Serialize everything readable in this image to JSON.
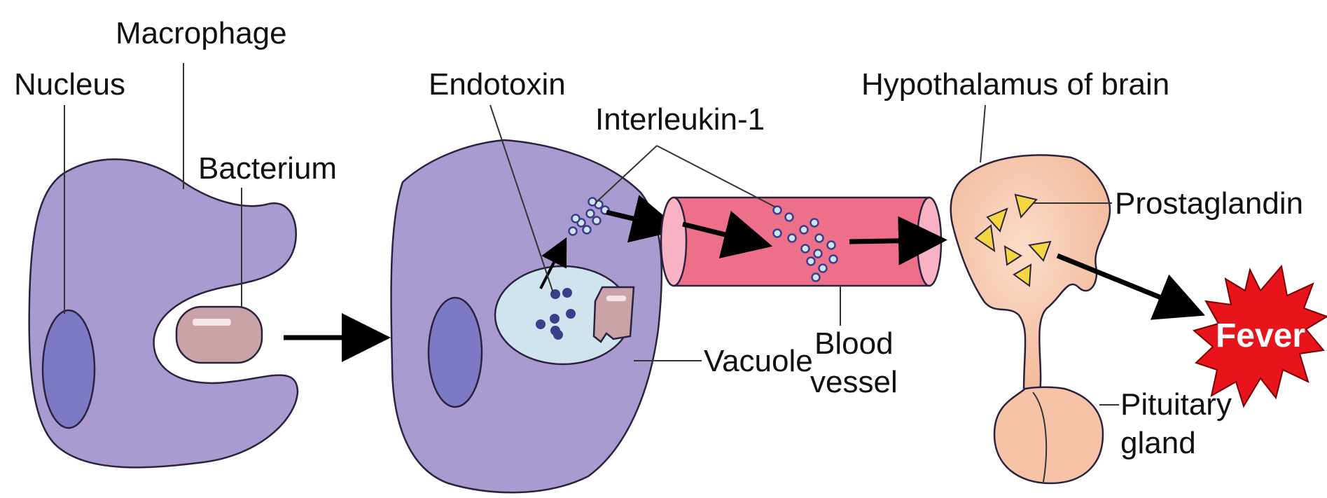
{
  "labels": {
    "macrophage": "Macrophage",
    "nucleus": "Nucleus",
    "bacterium": "Bacterium",
    "endotoxin": "Endotoxin",
    "interleukin": "Interleukin-1",
    "vacuole": "Vacuole",
    "blood_line1": "Blood",
    "blood_line2": "vessel",
    "hypothalamus": "Hypothalamus of brain",
    "prostaglandin": "Prostaglandin",
    "pituitary_line1": "Pituitary",
    "pituitary_line2": "gland",
    "fever": "Fever"
  },
  "colors": {
    "cell": "#a99ad0",
    "nucleus": "#7e79c4",
    "bacterium": "#c9a3a8",
    "vacuole": "#cfe4ef",
    "vessel": "#ee6f8a",
    "vessel_light": "#f7b3c3",
    "brain": "#f6c3a7",
    "prostaglandin": "#f4d640",
    "fever_burst": "#e8141c",
    "arrow": "#000000"
  }
}
